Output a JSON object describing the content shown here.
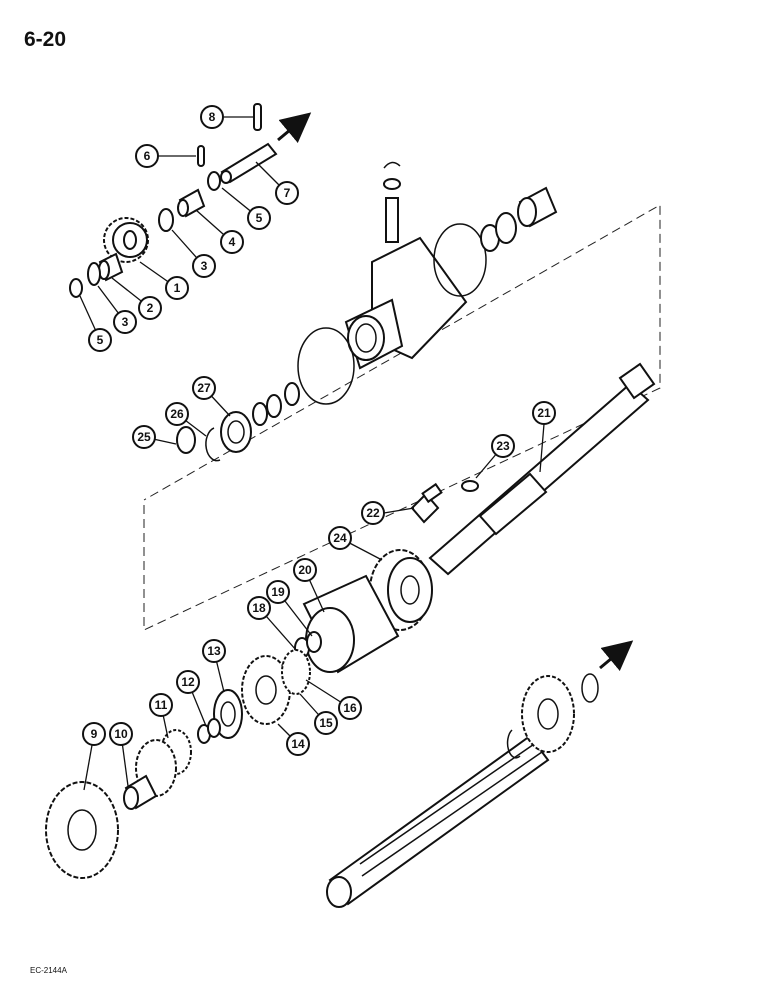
{
  "page": {
    "page_number": "6-20",
    "figure_code": "EC-2144A"
  },
  "callouts": [
    {
      "id": "c1",
      "label": "1"
    },
    {
      "id": "c2",
      "label": "2"
    },
    {
      "id": "c3a",
      "label": "3"
    },
    {
      "id": "c3b",
      "label": "3"
    },
    {
      "id": "c4",
      "label": "4"
    },
    {
      "id": "c5a",
      "label": "5"
    },
    {
      "id": "c5b",
      "label": "5"
    },
    {
      "id": "c6",
      "label": "6"
    },
    {
      "id": "c7",
      "label": "7"
    },
    {
      "id": "c8",
      "label": "8"
    },
    {
      "id": "c9",
      "label": "9"
    },
    {
      "id": "c10",
      "label": "10"
    },
    {
      "id": "c11",
      "label": "11"
    },
    {
      "id": "c12",
      "label": "12"
    },
    {
      "id": "c13",
      "label": "13"
    },
    {
      "id": "c14",
      "label": "14"
    },
    {
      "id": "c15",
      "label": "15"
    },
    {
      "id": "c16",
      "label": "16"
    },
    {
      "id": "c18",
      "label": "18"
    },
    {
      "id": "c19",
      "label": "19"
    },
    {
      "id": "c20",
      "label": "20"
    },
    {
      "id": "c21",
      "label": "21"
    },
    {
      "id": "c22",
      "label": "22"
    },
    {
      "id": "c23",
      "label": "23"
    },
    {
      "id": "c24",
      "label": "24"
    },
    {
      "id": "c25",
      "label": "25"
    },
    {
      "id": "c26",
      "label": "26"
    },
    {
      "id": "c27",
      "label": "27"
    }
  ]
}
